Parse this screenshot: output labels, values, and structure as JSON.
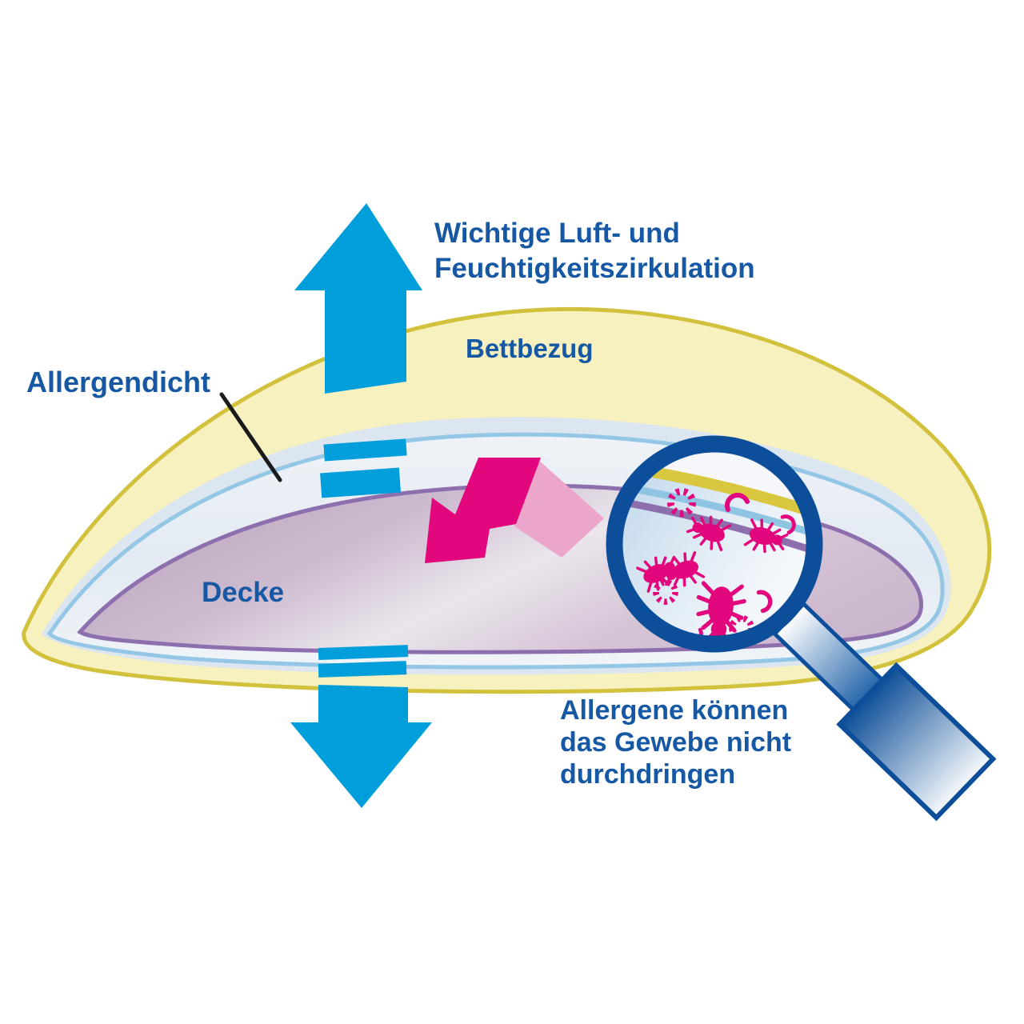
{
  "labels": {
    "circulation": "Wichtige Luft- und\nFeuchtigkeitszirkulation",
    "cover": "Bettbezug",
    "allergen_proof": "Allergendicht",
    "blanket": "Decke",
    "allergens_blocked": "Allergene können\ndas Gewebe nicht\ndurchdringen"
  },
  "colors": {
    "arrow_blue": "#009EDA",
    "text_blue": "#1658A4",
    "cover_yellow_fill": "#F6F1BF",
    "cover_yellow_border": "#D2C13D",
    "encasing_outer_fill": "#DCE6F0",
    "encasing_border": "#94C7E5",
    "blanket_border_purple": "#8E6FAE",
    "allergen_magenta": "#E2077C",
    "allergen_pink": "#ECA6CC",
    "magnifier_navy": "#0C4E99",
    "pointer_line_black": "#1A1A1A"
  },
  "icons": {
    "up_arrow": "up-arrow",
    "down_arrow": "down-arrow",
    "magnifier": "magnifying-glass",
    "dust_mite": "dust-mite",
    "pollen": "pollen-grain"
  }
}
